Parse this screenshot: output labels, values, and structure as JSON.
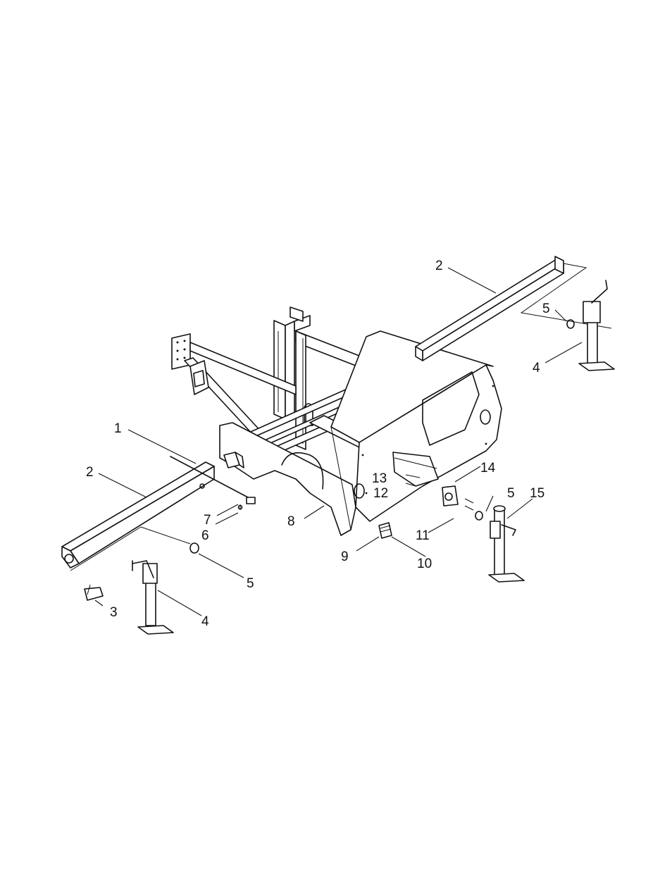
{
  "figure": {
    "callouts": [
      {
        "id": "c1",
        "text": "1"
      },
      {
        "id": "c2a",
        "text": "2"
      },
      {
        "id": "c2b",
        "text": "2"
      },
      {
        "id": "c3",
        "text": "3"
      },
      {
        "id": "c4a",
        "text": "4"
      },
      {
        "id": "c4b",
        "text": "4"
      },
      {
        "id": "c5a",
        "text": "5"
      },
      {
        "id": "c5b",
        "text": "5"
      },
      {
        "id": "c5c",
        "text": "5"
      },
      {
        "id": "c6",
        "text": "6"
      },
      {
        "id": "c7",
        "text": "7"
      },
      {
        "id": "c8",
        "text": "8"
      },
      {
        "id": "c9",
        "text": "9"
      },
      {
        "id": "c10",
        "text": "10"
      },
      {
        "id": "c11",
        "text": "11"
      },
      {
        "id": "c12",
        "text": "12"
      },
      {
        "id": "c13",
        "text": "13"
      },
      {
        "id": "c14",
        "text": "14"
      },
      {
        "id": "c15",
        "text": "15"
      }
    ]
  }
}
